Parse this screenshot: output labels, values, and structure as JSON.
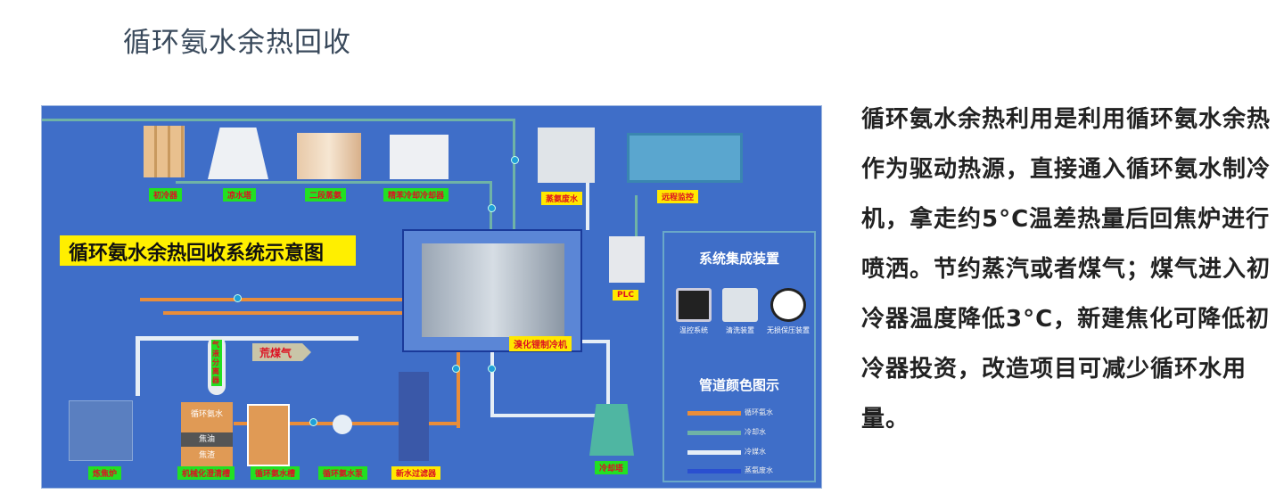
{
  "title": "循环氨水余热回收",
  "description": "循环氨水余热利用是利用循环氨水余热作为驱动热源，直接通入循环氨水制冷机，拿走约5°C温差热量后回焦炉进行喷洒。节约蒸汽或者煤气；煤气进入初冷器温度降低3°C，新建焦化可降低初冷器投资，改造项目可减少循环水用量。",
  "diagram": {
    "title": "循环氨水余热回收系统示意图",
    "top_labels": [
      "初冷器",
      "凉水塔",
      "二段蒸氨",
      "精苯冷却冷却器",
      "蒸氨废水",
      "远程监控"
    ],
    "plc": "PLC",
    "chiller": "溴化锂制冷机",
    "raw_gas": "荒煤气",
    "separator": "气液分离器",
    "tank_layers": [
      "循环氨水",
      "焦油",
      "焦渣"
    ],
    "bottom_labels": [
      "炼焦炉",
      "机械化澄清槽",
      "循环氨水槽",
      "循环氨水泵",
      "新水过滤器",
      "冷却塔"
    ],
    "panel": {
      "title": "系统集成装置",
      "devices": [
        "温控系统",
        "清洗装置",
        "无损保压装置"
      ],
      "legend_title": "管道颜色图示",
      "legend": [
        {
          "label": "循环氨水",
          "color": "#e98d3a"
        },
        {
          "label": "冷却水",
          "color": "#6fb3a6"
        },
        {
          "label": "冷媒水",
          "color": "#e6eef6"
        },
        {
          "label": "蒸氨废水",
          "color": "#2a4fd0"
        }
      ]
    }
  }
}
